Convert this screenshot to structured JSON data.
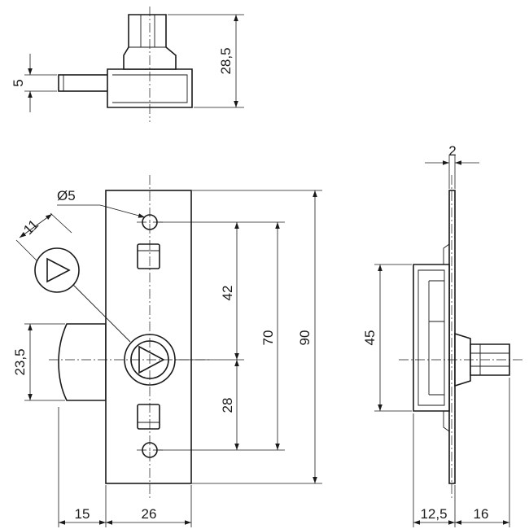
{
  "dimensions": {
    "top_height": "28,5",
    "top_pin": "5",
    "hole_dia": "Ø5",
    "button_dia": "11",
    "side_offset": "23,5",
    "d42": "42",
    "d28": "28",
    "d70": "70",
    "d90": "90",
    "width_15": "15",
    "width_26": "26",
    "plate_thickness": "2",
    "housing_height": "45",
    "depth_12_5": "12,5",
    "depth_16": "16"
  }
}
